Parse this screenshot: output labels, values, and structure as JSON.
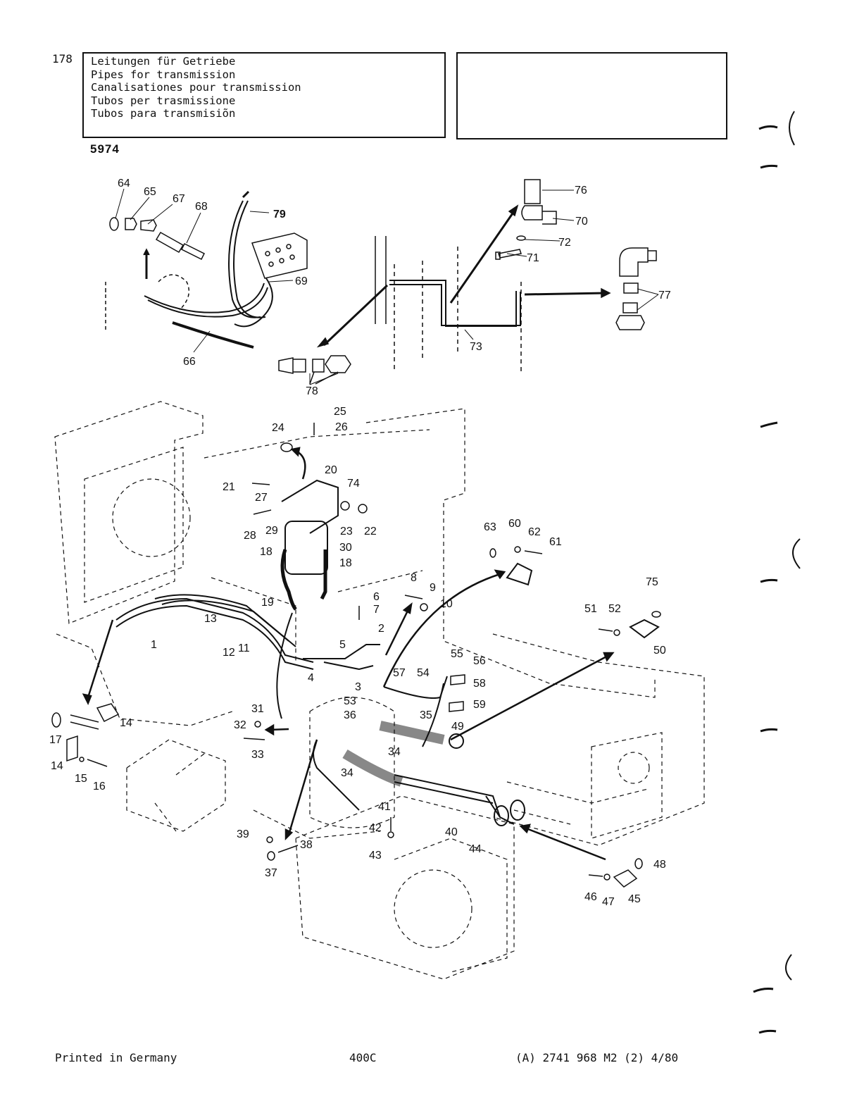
{
  "page_number": "178",
  "title_lines": [
    "Leitungen für Getriebe",
    "Pipes for transmission",
    "Canalisationes pour transmission",
    "Tubos per trasmissione",
    "Tubos para transmisiõn"
  ],
  "reference": "5974",
  "callouts": [
    "1",
    "2",
    "3",
    "4",
    "5",
    "6",
    "7",
    "8",
    "9",
    "10",
    "11",
    "12",
    "13",
    "14",
    "14",
    "15",
    "16",
    "17",
    "18",
    "18",
    "19",
    "20",
    "21",
    "22",
    "23",
    "24",
    "25",
    "26",
    "27",
    "28",
    "29",
    "30",
    "31",
    "32",
    "33",
    "34",
    "34",
    "35",
    "36",
    "37",
    "38",
    "39",
    "40",
    "41",
    "42",
    "43",
    "44",
    "45",
    "46",
    "47",
    "48",
    "49",
    "50",
    "51",
    "52",
    "53",
    "54",
    "55",
    "56",
    "57",
    "58",
    "59",
    "60",
    "61",
    "62",
    "63",
    "64",
    "65",
    "66",
    "67",
    "68",
    "69",
    "70",
    "71",
    "72",
    "73",
    "74",
    "75",
    "76",
    "77",
    "78",
    "79"
  ],
  "footer": {
    "left": "Printed in Germany",
    "model": "400C",
    "code": "(A) 2741 968 M2 (2) 4/80"
  }
}
